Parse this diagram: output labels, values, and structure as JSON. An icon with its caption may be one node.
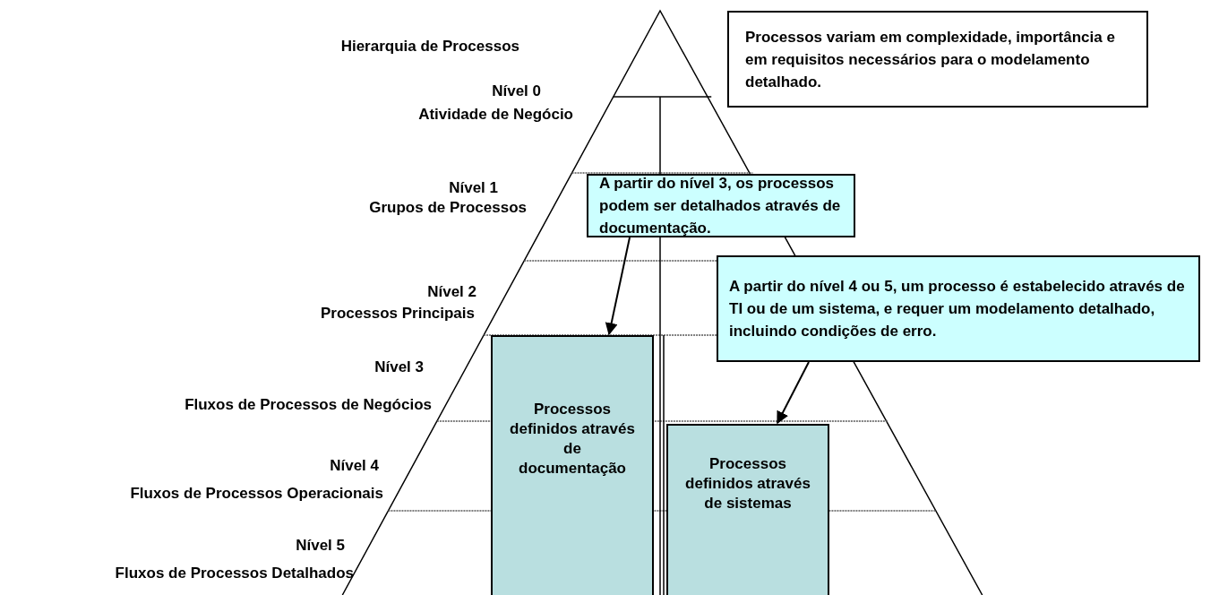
{
  "diagram": {
    "nodes": [
      {
        "text": [
          "Processos variam em complexidade, importância e em requisitos necessários para o modelamento detalhado."
        ]
      },
      {
        "text": [
          "A partir do nível 3, os processos podem ser detalhados através de documentação."
        ]
      },
      {
        "text": [
          "A partir do nível 4 ou 5, um processo é estabelecido através de TI ou de um sistema, e requer um modelamento detalhado, incluindo condições de erro."
        ]
      },
      {
        "text": [
          "Processos definidos através de documentação"
        ]
      },
      {
        "text": [
          "Processos definidos através de sistemas"
        ]
      }
    ],
    "edges": [
      {
        "from": 1,
        "to": 3,
        "arrow": "to"
      },
      {
        "from": 2,
        "to": 4,
        "arrow": "to"
      }
    ],
    "labels": [
      "Hierarquia de Processos",
      "Nível 0",
      "Atividade de Negócio",
      "Nível 1",
      "Grupos de Processos",
      "Nível 2",
      "Processos Principais",
      "Nível 3",
      "Fluxos de Processos de Negócios",
      "Nível 4",
      "Fluxos de Processos Operacionais",
      "Nível 5",
      "Fluxos de Processos Detalhados"
    ]
  }
}
